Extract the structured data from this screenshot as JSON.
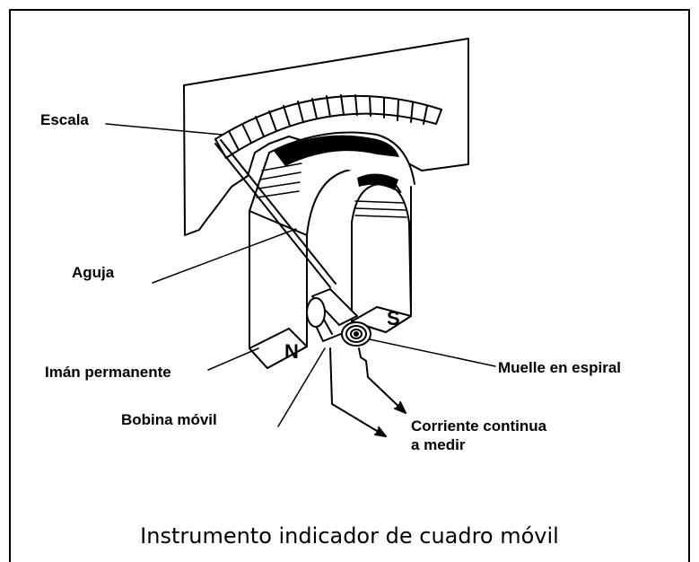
{
  "labels": {
    "escala": "Escala",
    "aguja": "Aguja",
    "iman": "Imán permanente",
    "bobina": "Bobina móvil",
    "muelle": "Muelle en espiral",
    "corriente_line1": "Corriente continua",
    "corriente_line2": "a medir",
    "pole_n": "N",
    "pole_s": "S"
  },
  "caption": "Instrumento indicador de cuadro móvil"
}
